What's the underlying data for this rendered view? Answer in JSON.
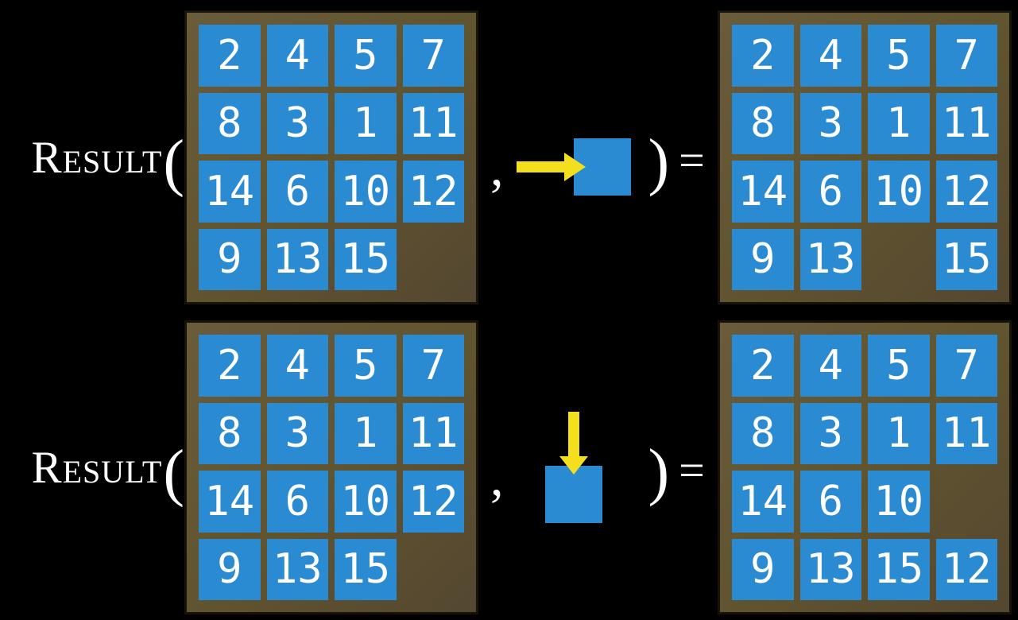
{
  "figure": {
    "description": "RESULT function applied to 15-puzzle states",
    "colors": {
      "background": "#000000",
      "tile_blue": "#2a8ad2",
      "frame_brown": "#60532f",
      "frame_border": "#17130b",
      "arrow_yellow": "#f3df1e",
      "text": "#ffffff"
    },
    "rows": [
      {
        "function_name": "Result",
        "open_paren": "(",
        "comma": ",",
        "close_paren": ")",
        "equals": "=",
        "action": {
          "type": "move-right",
          "icon": "right-arrow-icon"
        },
        "input_grid": {
          "cells": [
            "2",
            "4",
            "5",
            "7",
            "8",
            "3",
            "1",
            "11",
            "14",
            "6",
            "10",
            "12",
            "9",
            "13",
            "15",
            ""
          ]
        },
        "output_grid": {
          "cells": [
            "2",
            "4",
            "5",
            "7",
            "8",
            "3",
            "1",
            "11",
            "14",
            "6",
            "10",
            "12",
            "9",
            "13",
            "",
            "15"
          ]
        }
      },
      {
        "function_name": "Result",
        "open_paren": "(",
        "comma": ",",
        "close_paren": ")",
        "equals": "=",
        "action": {
          "type": "move-down",
          "icon": "down-arrow-icon"
        },
        "input_grid": {
          "cells": [
            "2",
            "4",
            "5",
            "7",
            "8",
            "3",
            "1",
            "11",
            "14",
            "6",
            "10",
            "12",
            "9",
            "13",
            "15",
            ""
          ]
        },
        "output_grid": {
          "cells": [
            "2",
            "4",
            "5",
            "7",
            "8",
            "3",
            "1",
            "11",
            "14",
            "6",
            "10",
            "",
            "9",
            "13",
            "15",
            "12"
          ]
        }
      }
    ]
  }
}
